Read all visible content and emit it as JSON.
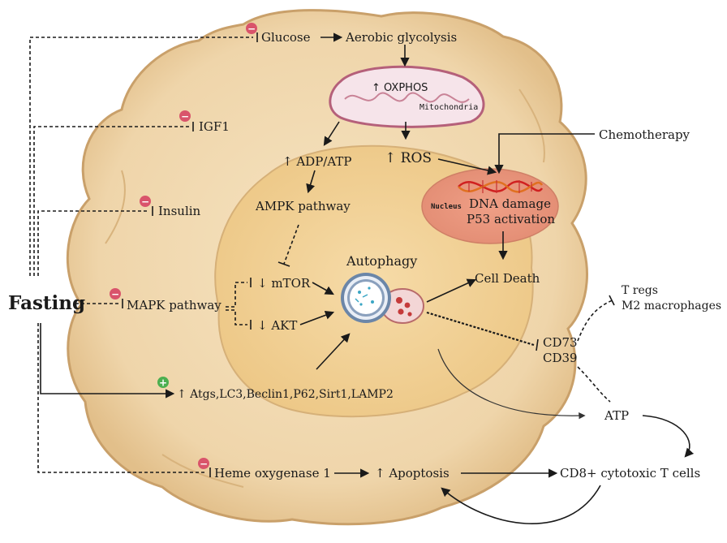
{
  "colors": {
    "cell_outer": "#f0dab3",
    "cell_outer_edge": "#c9a06a",
    "cell_inner": "#f4d49a",
    "cell_inner_edge": "#d6b078",
    "nucleus": "#e8a184",
    "mitochondrion": "#f6e4ea",
    "mitochondrion_edge": "#b5607a",
    "minus": "#d9546b",
    "plus": "#4caf50",
    "arrow": "#1a1a1a"
  },
  "labels": {
    "fasting": "Fasting",
    "glucose": "Glucose",
    "aerobic_glycolysis": "Aerobic glycolysis",
    "oxphos": "↑ OXPHOS",
    "mitochondria": "Mitochondria",
    "igf1": "IGF1",
    "insulin": "Insulin",
    "adp_atp": "↑ ADP/ATP",
    "ros": "↑ ROS",
    "chemotherapy": "Chemotherapy",
    "nucleus": "Nucleus",
    "dna_damage": "DNA damage",
    "p53_activation": "P53 activation",
    "ampk_pathway": "AMPK pathway",
    "mtor": "↓ mTOR",
    "akt": "↓ AKT",
    "mapk_pathway": "MAPK pathway",
    "autophagy": "Autophagy",
    "cell_death": "Cell Death",
    "t_regs": "T regs",
    "m2_macrophages": "M2 macrophages",
    "cd73": "CD73",
    "cd39": "CD39",
    "atgs": "↑ Atgs,LC3,Beclin1,P62,Sirt1,LAMP2",
    "atp": "ATP",
    "heme_oxygenase": "Heme oxygenase 1",
    "apoptosis": "↑ Apoptosis",
    "cd8": "CD8+ cytotoxic T cells"
  },
  "badges": {
    "minus": "−",
    "plus": "+"
  }
}
